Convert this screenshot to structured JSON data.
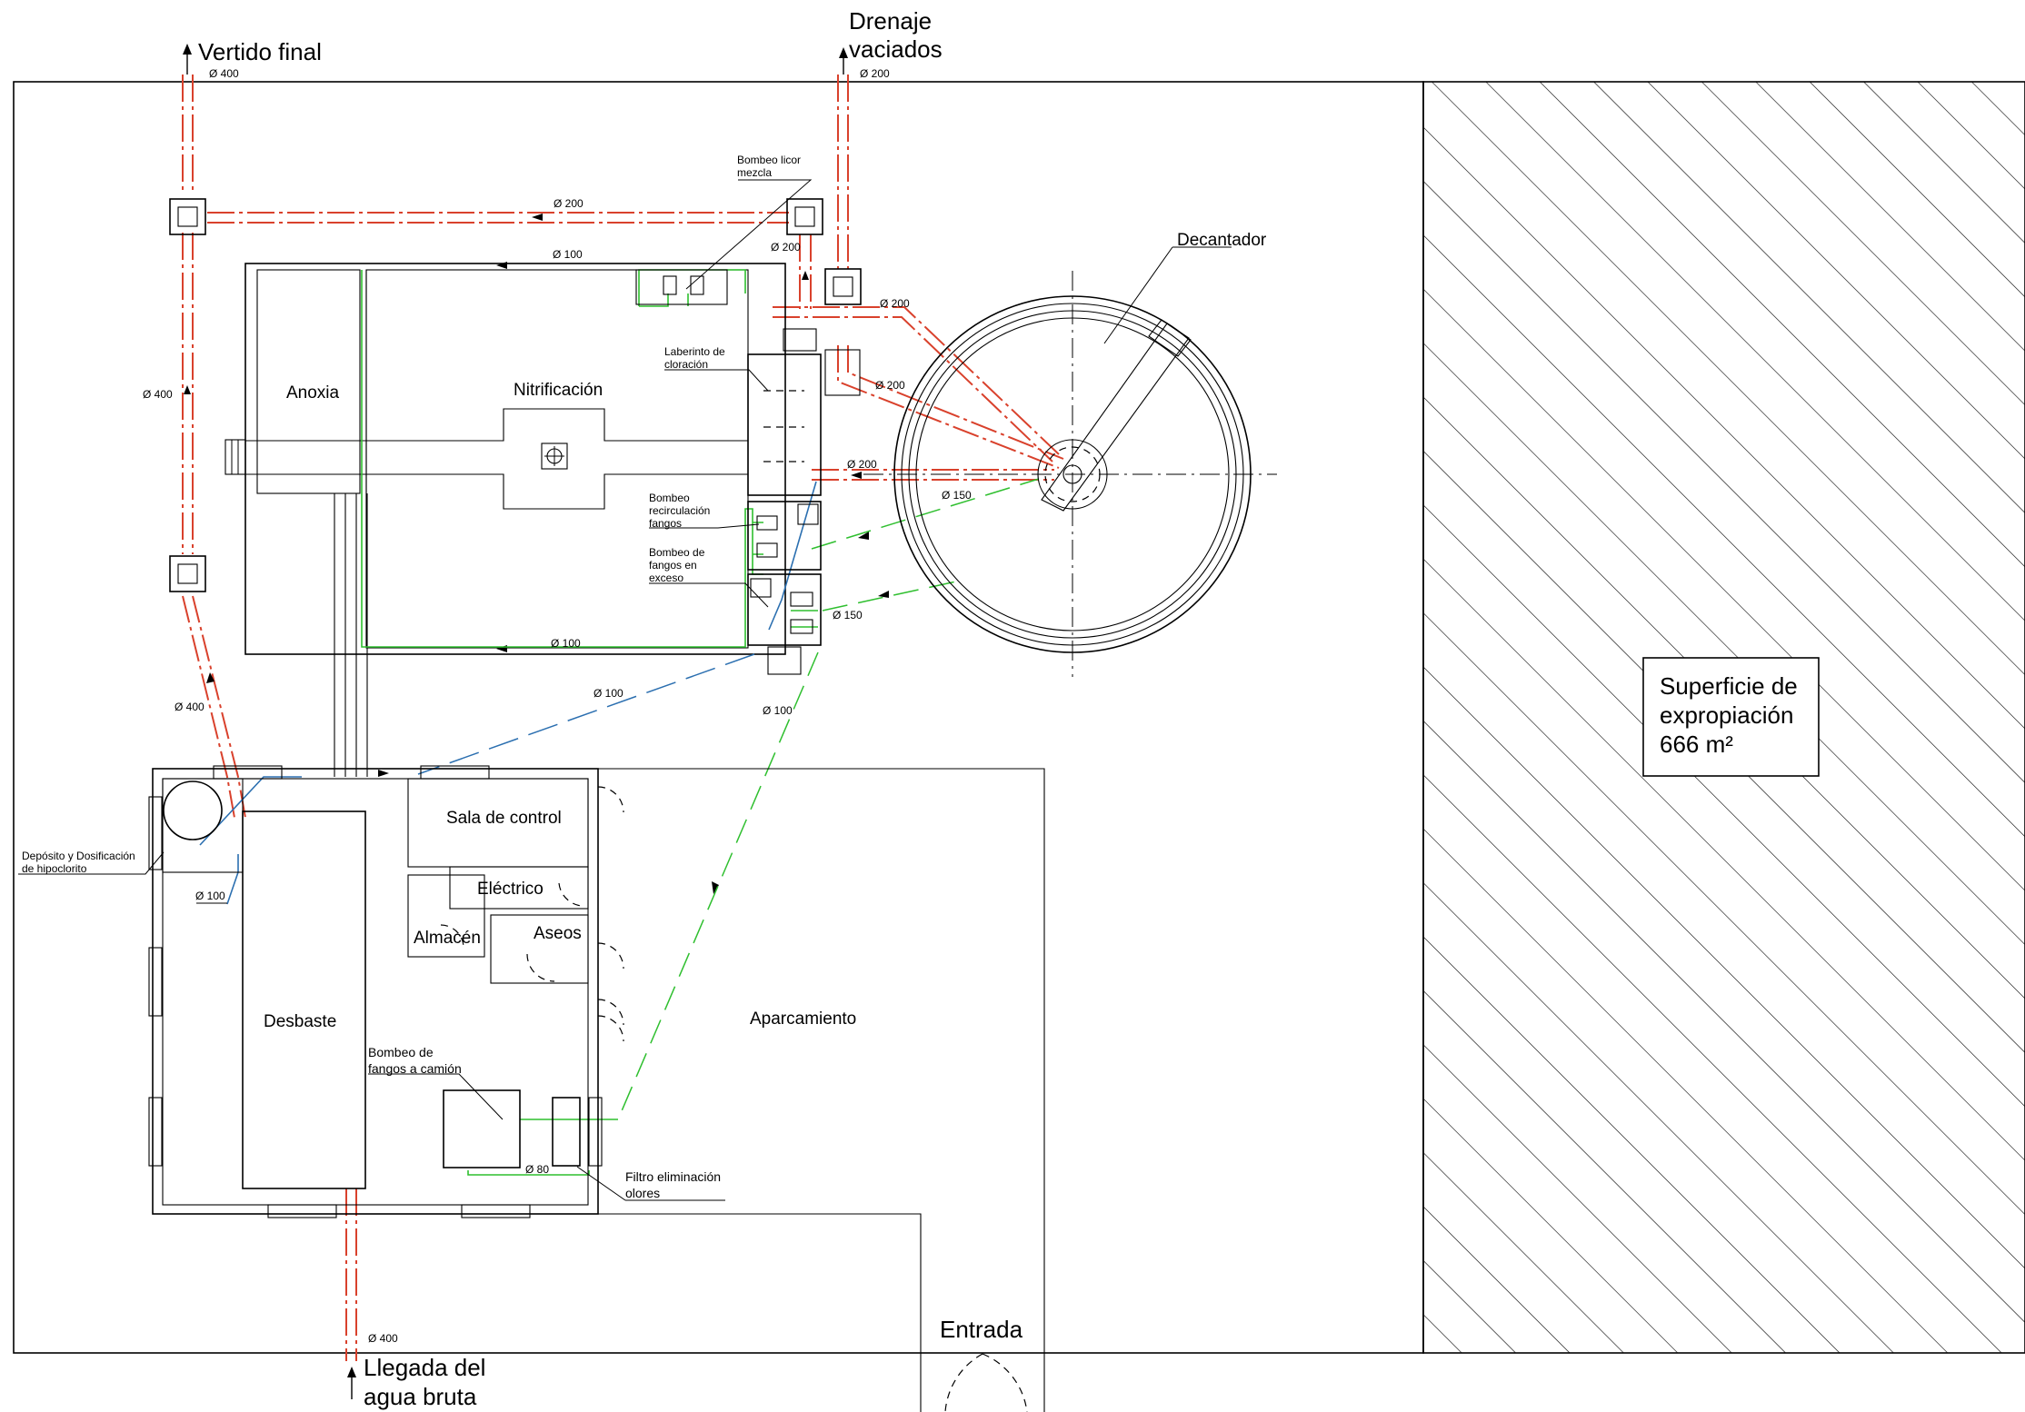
{
  "colors": {
    "sewer": "#d9412c",
    "sludge": "#2fbf2f",
    "chlorine": "#2b6fb0",
    "hatch": "#000000"
  },
  "labels": {
    "vertido_final": "Vertido final",
    "drenaje_1": "Drenaje",
    "drenaje_2": "vaciados",
    "llegada_1": "Llegada del",
    "llegada_2": "agua bruta",
    "entrada": "Entrada",
    "superficie_1": "Superficie de",
    "superficie_2": "expropiación",
    "superficie_3": "666 m²",
    "anoxia": "Anoxia",
    "nitrificacion": "Nitrificación",
    "decantador": "Decantador",
    "desbaste": "Desbaste",
    "sala_control": "Sala de control",
    "electrico": "Eléctrico",
    "almacen": "Almacén",
    "aseos": "Aseos",
    "aparcamiento": "Aparcamiento",
    "bombeo_licor_1": "Bombeo licor",
    "bombeo_licor_2": "mezcla",
    "laberinto_1": "Laberinto de",
    "laberinto_2": "cloración",
    "recirc_1": "Bombeo",
    "recirc_2": "recirculación",
    "recirc_3": "fangos",
    "exceso_1": "Bombeo de",
    "exceso_2": "fangos en",
    "exceso_3": "exceso",
    "camion_1": "Bombeo de",
    "camion_2": "fangos a camión",
    "deposito_1": "Depósito y Dosificación",
    "deposito_2": "de hipoclorito",
    "filtro_1": "Filtro eliminación",
    "filtro_2": "olores"
  },
  "diameters": {
    "d400": "Ø 400",
    "d200": "Ø 200",
    "d150": "Ø 150",
    "d100": "Ø 100",
    "d80": "Ø 80"
  }
}
